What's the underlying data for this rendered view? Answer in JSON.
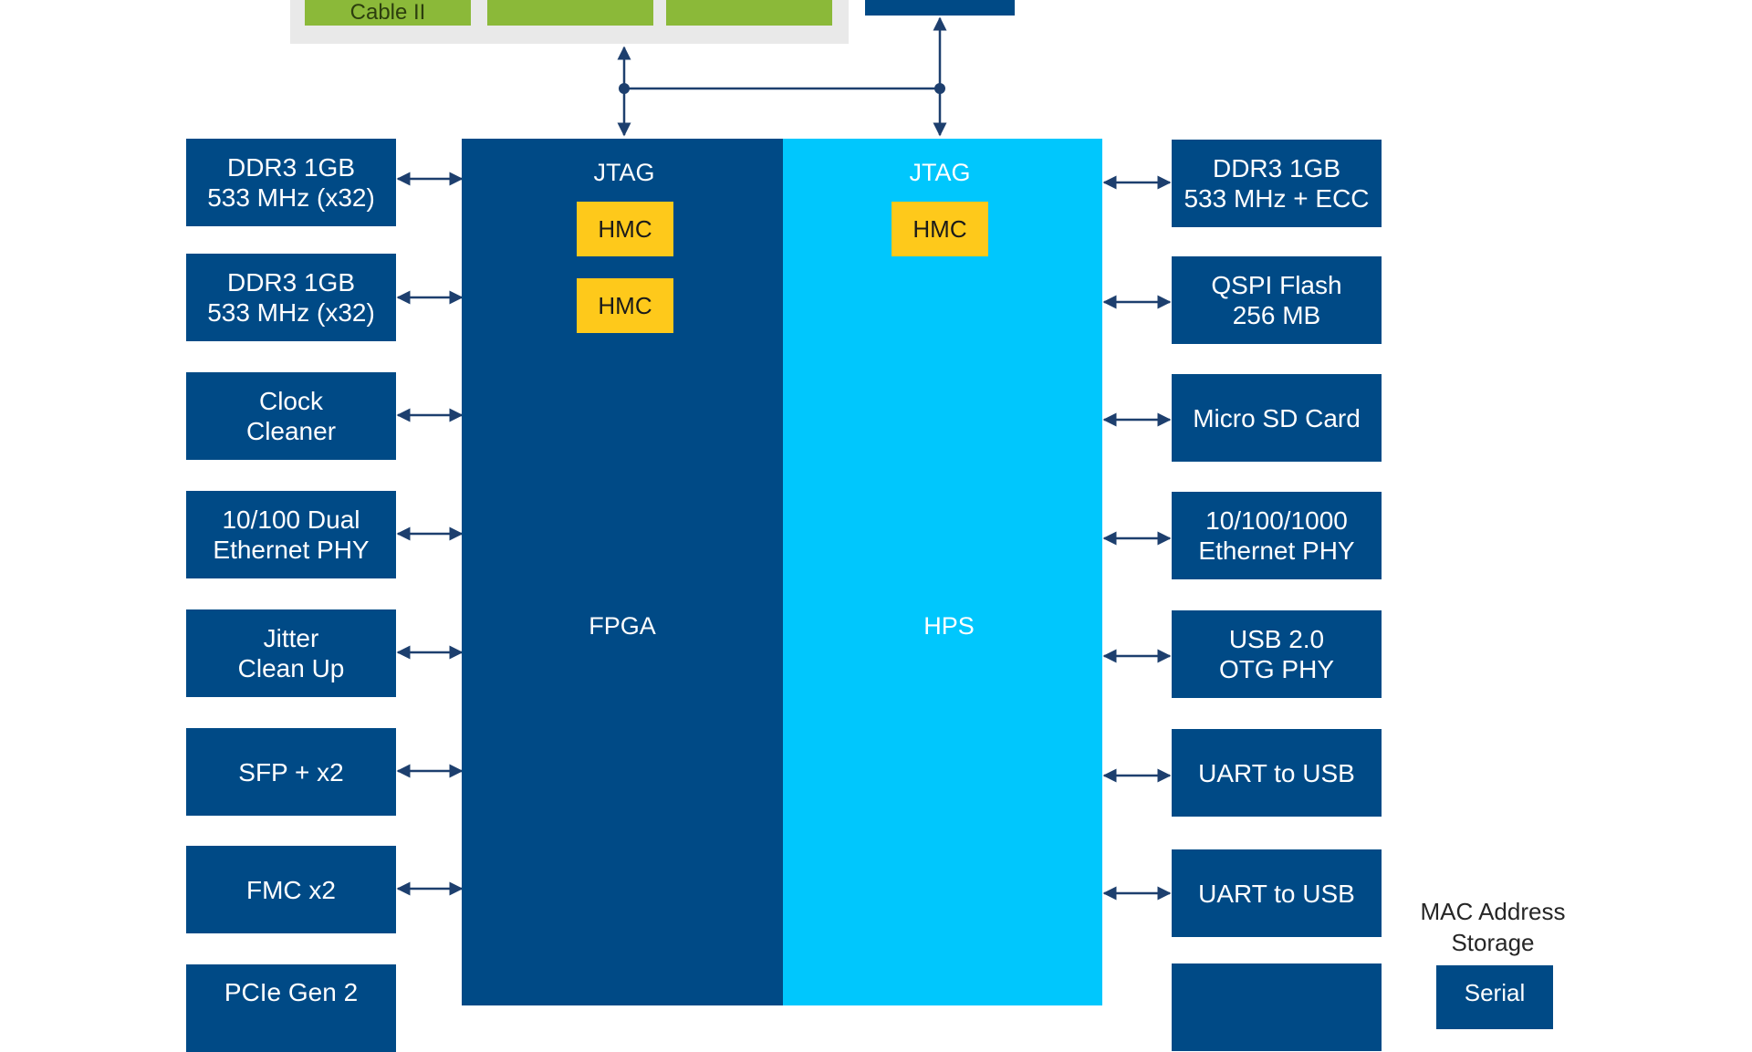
{
  "top": {
    "green_blocks": [
      {
        "label": "Cable II"
      },
      {
        "label": ""
      },
      {
        "label": ""
      }
    ]
  },
  "fpga": {
    "jtag_label": "JTAG",
    "hmc_labels": [
      "HMC",
      "HMC"
    ],
    "label": "FPGA"
  },
  "hps": {
    "jtag_label": "JTAG",
    "hmc_label": "HMC",
    "label": "HPS"
  },
  "left_peripherals": [
    {
      "label": "DDR3 1GB\n533 MHz (x32)"
    },
    {
      "label": "DDR3 1GB\n533 MHz (x32)"
    },
    {
      "label": "Clock\nCleaner"
    },
    {
      "label": "10/100 Dual\nEthernet PHY"
    },
    {
      "label": "Jitter\nClean Up"
    },
    {
      "label": "SFP + x2"
    },
    {
      "label": "FMC x2"
    },
    {
      "label": "PCIe Gen 2"
    }
  ],
  "right_peripherals": [
    {
      "label": "DDR3 1GB\n533 MHz + ECC"
    },
    {
      "label": "QSPI Flash\n256 MB"
    },
    {
      "label": "Micro SD Card"
    },
    {
      "label": "10/100/1000\nEthernet PHY"
    },
    {
      "label": "USB 2.0\nOTG PHY"
    },
    {
      "label": "UART to USB"
    },
    {
      "label": "UART to USB"
    },
    {
      "label": ""
    }
  ],
  "mac": {
    "label": "MAC Address\nStorage",
    "serial_label": "Serial"
  },
  "colors": {
    "navy": "#004a86",
    "cyan": "#00c7fd",
    "yellow": "#fec91b",
    "green": "#8bb939",
    "gray": "#e9e9e9",
    "connector": "#1d3f6e"
  }
}
